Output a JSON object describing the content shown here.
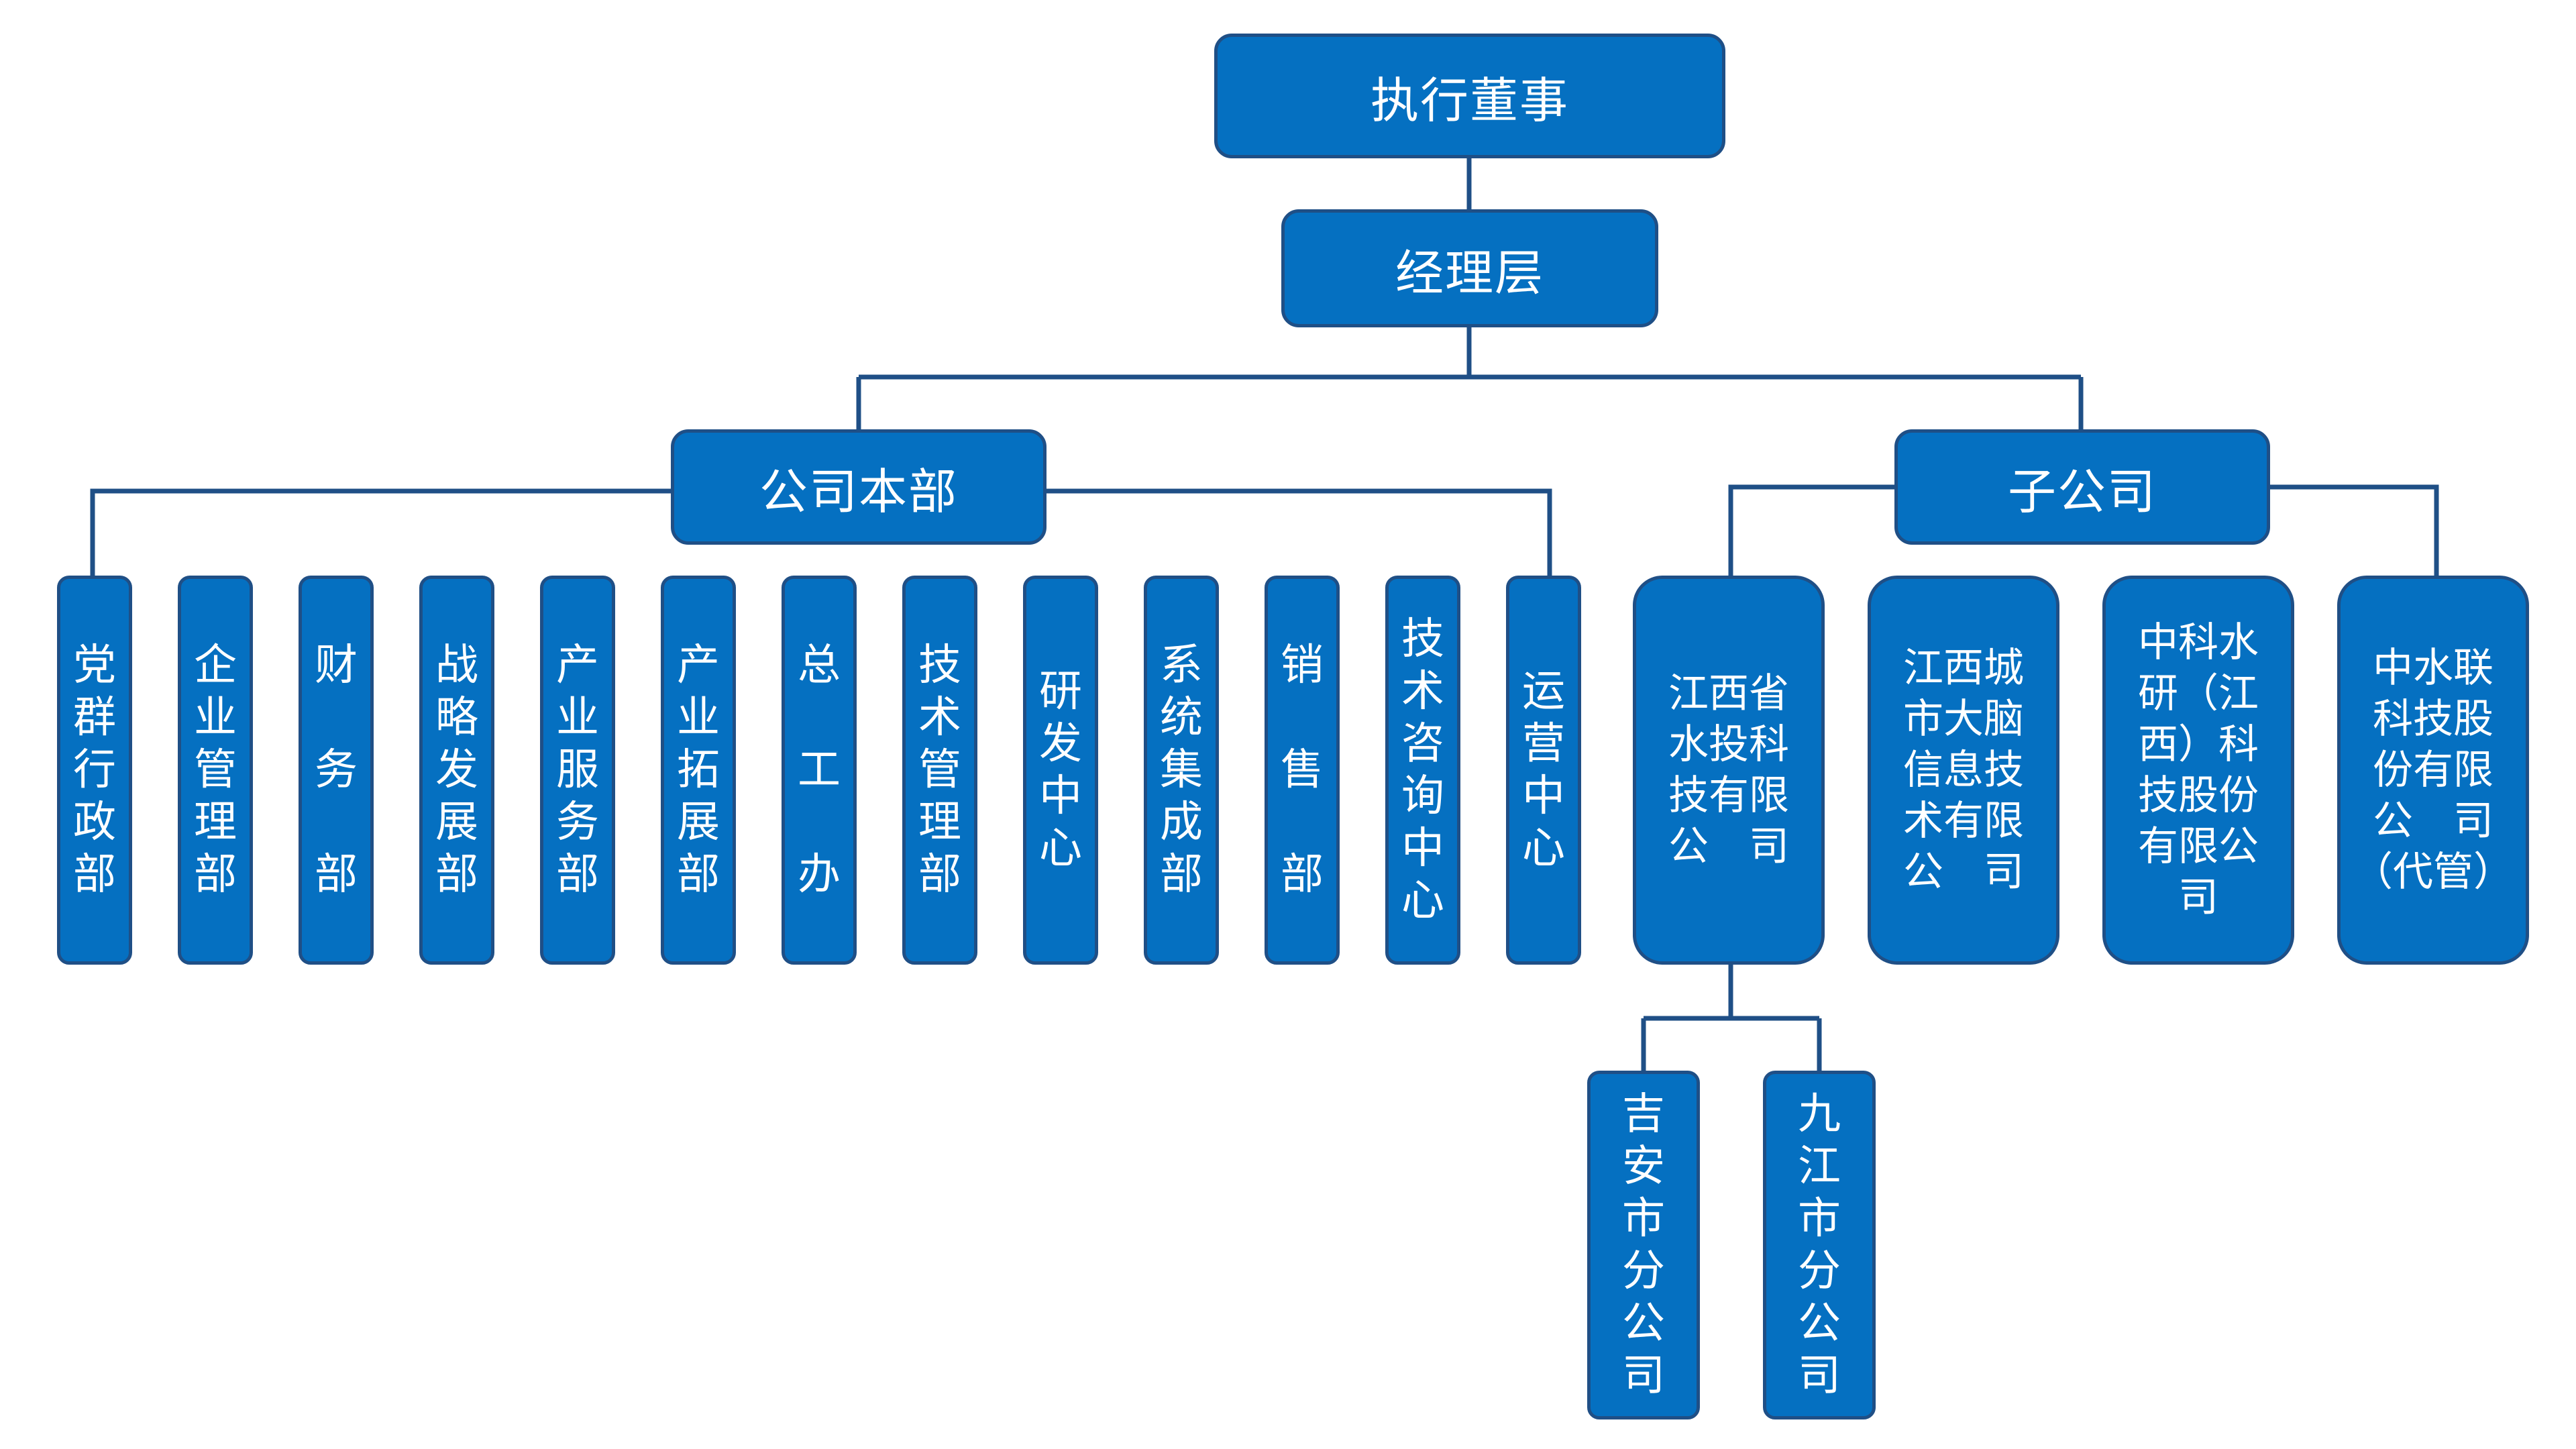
{
  "accent": "#0570c1",
  "border": "#1f4f86",
  "line": "#1f4f86",
  "top": {
    "director": "执行董事",
    "management": "经理层"
  },
  "groups": {
    "hq": "公司本部",
    "subsidiaries": "子公司"
  },
  "departments": [
    "党群行政部",
    "企业管理部",
    "财 务 部",
    "战略发展部",
    "产业服务部",
    "产业拓展部",
    "总 工 办",
    "技术管理部",
    "研发中心",
    "系统集成部",
    "销 售 部",
    "技术咨询中心",
    "运营中心"
  ],
  "subsidiaries": [
    "江西省\n水投科\n技有限\n公　司",
    "江西城\n市大脑\n信息技\n术有限\n公　司",
    "中科水\n研（江\n西）科\n技股份\n有限公\n司",
    "中水联\n科技股\n份有限\n公　司\n（代管）"
  ],
  "branches": [
    "吉安市分公司",
    "九江市分公司"
  ]
}
